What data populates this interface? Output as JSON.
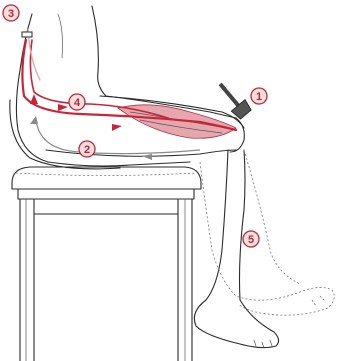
{
  "labels": {
    "one": "1",
    "two": "2",
    "three": "3",
    "four": "4",
    "five": "5"
  },
  "colors": {
    "pathway": "#c8243a",
    "muscle": "#e6a6ae",
    "label_ring": "#b22b3a",
    "label_fill": "#f6dde0",
    "line": "#2a2a2a",
    "arrow_grey": "#8a8a8a"
  },
  "icons": {
    "reflex_hammer": "reflex-hammer-icon"
  }
}
